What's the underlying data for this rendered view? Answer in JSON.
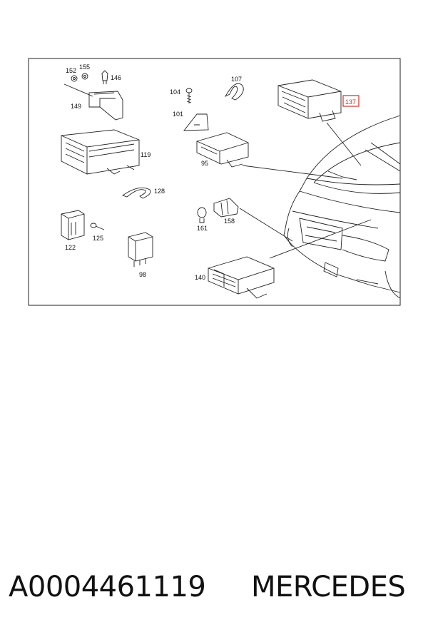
{
  "diagram": {
    "callouts": {
      "c152": "152",
      "c155": "155",
      "c146": "146",
      "c149": "149",
      "c104": "104",
      "c107": "107",
      "c101": "101",
      "c137": "137",
      "c119": "119",
      "c95": "95",
      "c128": "128",
      "c161": "161",
      "c158": "158",
      "c122": "122",
      "c125": "125",
      "c98": "98",
      "c140": "140"
    },
    "highlight_color": "#d42b2b"
  },
  "caption": {
    "part_number": "A0004461119",
    "brand": "MERCEDES"
  }
}
